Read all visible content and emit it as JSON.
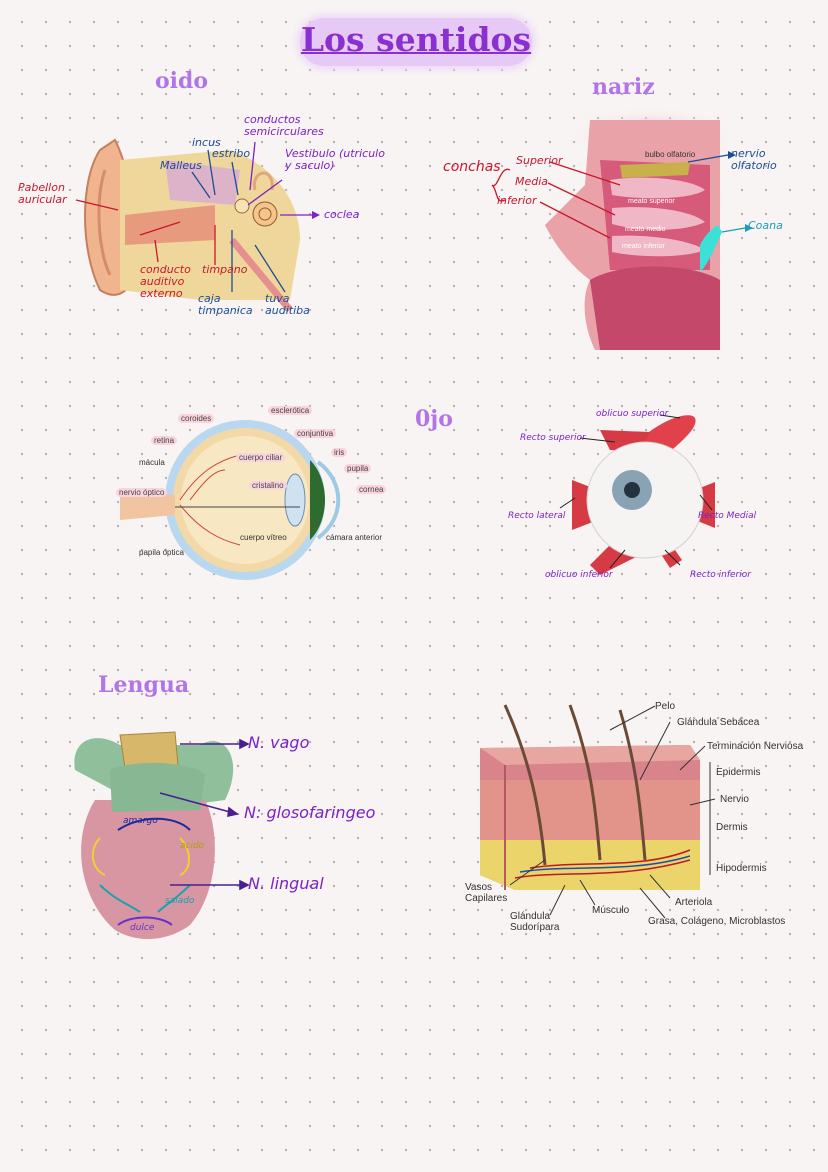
{
  "title": "Los sentidos",
  "headings": {
    "oido": "oido",
    "nariz": "nariz",
    "ojo": "0jo",
    "lengua": "Lengua"
  },
  "ear": {
    "pabellon": "Pabellon auricular",
    "malleus": "Malleus",
    "incus": "incus",
    "estribo": "estribo",
    "conductos": "conductos semicirculares",
    "vestibulo": "Vestibulo (utriculo y saculo)",
    "coclea": "coclea",
    "conducto": "conducto auditivo externo",
    "timpano": "timpano",
    "caja": "caja timpanica",
    "tuba": "tuva auditiba"
  },
  "nose": {
    "conchas": "conchas",
    "superior": "Superior",
    "media": "Media",
    "inferior": "inferior",
    "bulbo": "bulbo olfatorio",
    "nervio": "nervio olfatorio",
    "coana": "Coana",
    "meato_superior": "meato superior",
    "meato_medio": "meato medio",
    "meato_inferior": "meato inferior"
  },
  "eye": {
    "coroides": "coroides",
    "esclerotica": "esclerótica",
    "conjuntiva": "conjuntiva",
    "retina": "retina",
    "iris": "iris",
    "macula": "mácula",
    "cuerpo_ciliar": "cuerpo ciliar",
    "pupila": "pupila",
    "cristalino": "cristalino",
    "cornea": "cornea",
    "nervio_optico": "nervio óptico",
    "cuerpo_vitreo": "cuerpo vítreo",
    "camara_anterior": "cámara anterior",
    "papila_optica": "papila óptica"
  },
  "muscles": {
    "oblicuo_superior": "oblicuo superior",
    "recto_superior": "Recto superior",
    "recto_lateral": "Recto lateral",
    "recto_medial": "Recto Medial",
    "oblicuo_inferior": "oblicuo inferior",
    "recto_inferior": "Recto inferior"
  },
  "tongue": {
    "vago": "N. vago",
    "glosofaringeo": "N: glosofaringeo",
    "lingual": "N. lingual",
    "amargo": "amargo",
    "acido": "acido",
    "dulce": "dulce",
    "salado": "salado"
  },
  "skin": {
    "pelo": "Pelo",
    "glandula_sebacea": "Glándula Sebácea",
    "terminacion": "Terminación Nerviosa",
    "epidermis": "Epidermis",
    "nervio": "Nervio",
    "dermis": "Dermis",
    "hipodermis": "Hipodermis",
    "vasos": "Vasos Capilares",
    "arteriola": "Arteriola",
    "musculo": "Músculo",
    "glandula_sudoripara": "Glándula Sudorípara",
    "grasa": "Grasa, Colágeno, Microblastos"
  },
  "colors": {
    "title": "#8a2fd0",
    "heading": "#b275e8",
    "red_ink": "#c8182e",
    "blue_ink": "#1d4e96",
    "purple_ink": "#7b22c8"
  }
}
